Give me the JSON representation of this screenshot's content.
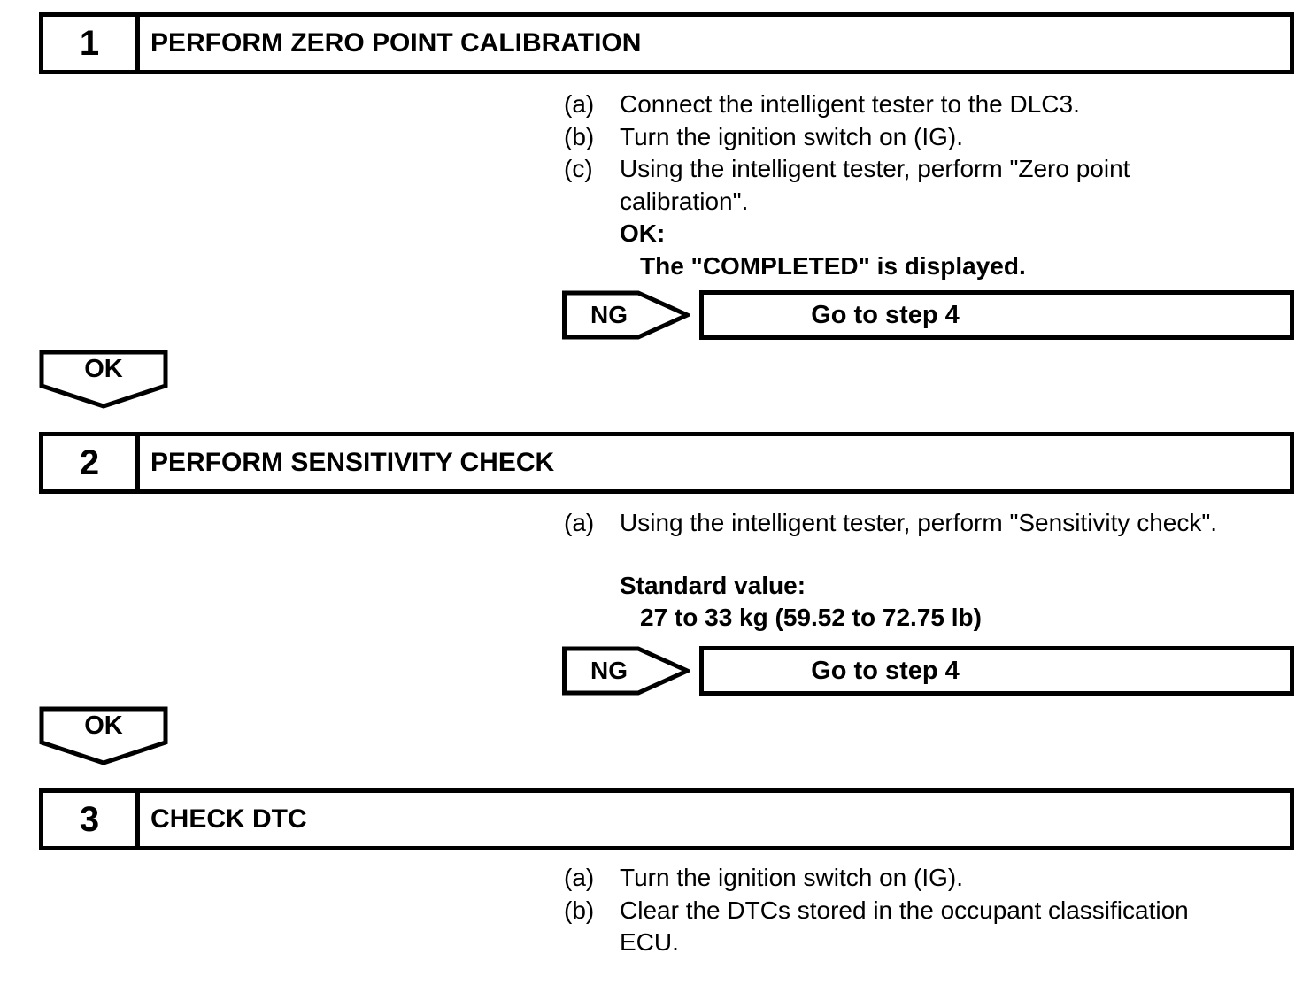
{
  "page": {
    "ink": "#000000",
    "paper": "#ffffff"
  },
  "steps": [
    {
      "number": "1",
      "title": "PERFORM ZERO POINT CALIBRATION",
      "lines": [
        {
          "label": "(a)",
          "text": "Connect the intelligent tester to the DLC3."
        },
        {
          "label": "(b)",
          "text": "Turn the ignition switch on (IG)."
        },
        {
          "label": "(c)",
          "text": "Using the intelligent tester, perform \"Zero point"
        },
        {
          "label": "",
          "text": "calibration\"."
        },
        {
          "label": "",
          "text": "OK:"
        },
        {
          "label": "",
          "text": "The \"COMPLETED\" is displayed."
        }
      ],
      "ng": {
        "label": "NG",
        "action": "Go to step 4"
      },
      "ok": {
        "label": "OK"
      }
    },
    {
      "number": "2",
      "title": "PERFORM SENSITIVITY CHECK",
      "lines": [
        {
          "label": "(a)",
          "text": "Using the intelligent tester, perform \"Sensitivity check\"."
        },
        {
          "label": "",
          "text": "Standard value:"
        },
        {
          "label": "",
          "text": "27 to 33 kg (59.52 to 72.75 lb)"
        }
      ],
      "ng": {
        "label": "NG",
        "action": "Go to step 4"
      },
      "ok": {
        "label": "OK"
      }
    },
    {
      "number": "3",
      "title": "CHECK DTC",
      "lines": [
        {
          "label": "(a)",
          "text": "Turn the ignition switch on (IG)."
        },
        {
          "label": "(b)",
          "text": "Clear the DTCs stored in the occupant classification"
        },
        {
          "label": "",
          "text": "ECU."
        }
      ]
    }
  ]
}
